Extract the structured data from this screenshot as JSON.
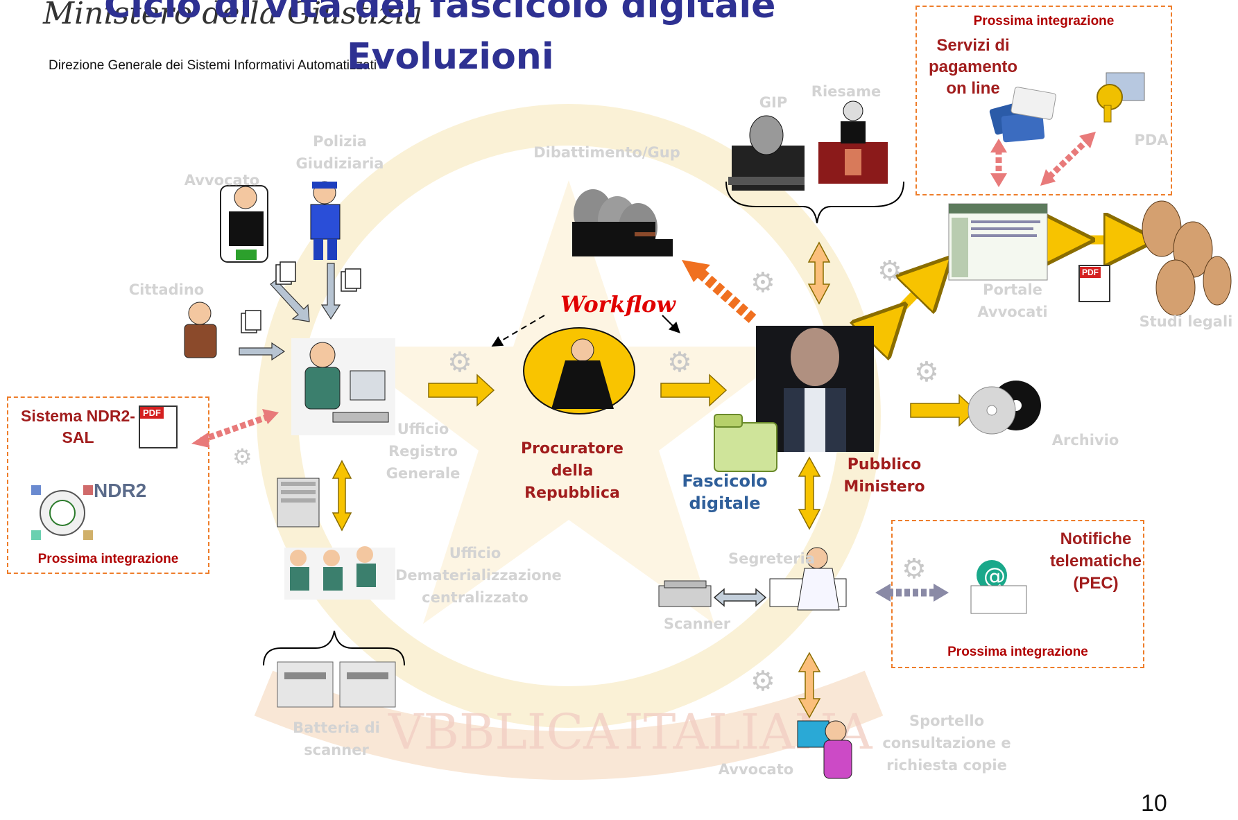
{
  "header": {
    "ministry": "Ministero della Giustizia",
    "title_line1": "Ciclo di vita del fascicolo digitale",
    "title_line2": "Evoluzioni",
    "directorate": "Direzione Generale dei Sistemi Informativi Automatizzati"
  },
  "labels": {
    "avvocato": "Avvocato",
    "polizia": "Polizia Giudiziaria",
    "cittadino": "Cittadino",
    "dibattimento": "Dibattimento/Gup",
    "gip": "GIP",
    "riesame": "Riesame",
    "workflow": "Workflow",
    "ufficio_registro": "Ufficio Registro Generale",
    "procuratore": "Procuratore della Repubblica",
    "fascicolo": "Fascicolo digitale",
    "pubblico_ministero": "Pubblico Ministero",
    "portale": "Portale Avvocati",
    "studi": "Studi legali",
    "archivio": "Archivio",
    "ufficio_demat": "Ufficio Dematerializzazione centralizzato",
    "segreteria": "Segreteria",
    "scanner": "Scanner",
    "batteria": "Batteria di scanner",
    "sportello": "Sportello consultazione e richiesta copie",
    "avvocato_bottom": "Avvocato",
    "pda": "PDA",
    "pdf": "PDF"
  },
  "boxes": {
    "payments": {
      "header": "Prossima integrazione",
      "title": "Servizi di pagamento on line"
    },
    "ndr": {
      "title": "Sistema NDR2-SAL",
      "footer": "Prossima integrazione",
      "logo": "NDR2"
    },
    "pec": {
      "title": "Notifiche telematiche (PEC)",
      "footer": "Prossima integrazione"
    }
  },
  "page_number": "10",
  "colors": {
    "title": "#2e3192",
    "yellow_arrow": "#f7c300",
    "orange_arrow": "#f07020",
    "pink_arrow": "#e87a7a",
    "gray_arrow": "#a9b8c8",
    "dashed_box": "#ee7d2a",
    "red_text": "#a11d1d"
  }
}
